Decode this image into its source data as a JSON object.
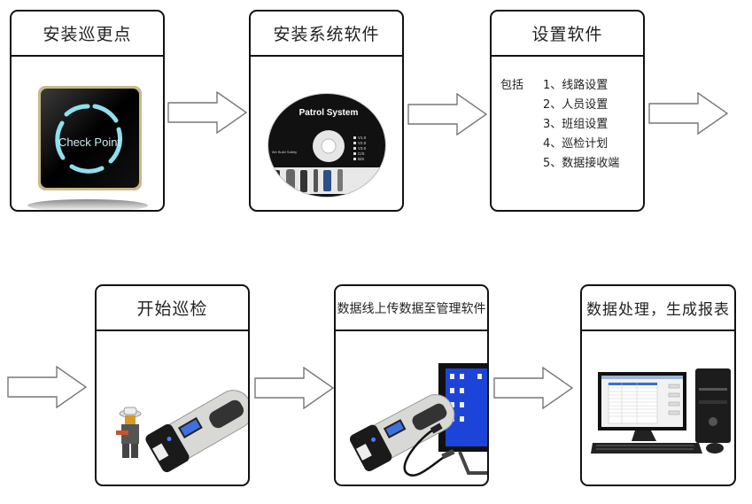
{
  "diagram": {
    "type": "process-flow",
    "steps": [
      {
        "title": "安装巡更点",
        "image": "check-point-device",
        "image_text": "Check Point"
      },
      {
        "title": "安装系统软件",
        "image": "software-cd",
        "image_text": "Patrol System",
        "cd_subtext": "We Build Safety",
        "cd_versions": [
          "V1.0",
          "V2.0",
          "V3.0",
          "C/S",
          "B/S"
        ]
      },
      {
        "title": "设置软件",
        "list_label": "包括",
        "items": [
          "1、线路设置",
          "2、人员设置",
          "3、班组设置",
          "4、巡检计划",
          "5、数据接收端"
        ]
      },
      {
        "title": "开始巡检",
        "image": "patrol-reader-with-guard"
      },
      {
        "title": "数据线上传数据至管理软件",
        "image": "reader-usb-cable-monitor"
      },
      {
        "title": "数据处理，生成报表",
        "image": "desktop-computer-report"
      }
    ],
    "arrows": [
      {
        "from": 0,
        "to": 1
      },
      {
        "from": 1,
        "to": 2
      },
      {
        "from": 2,
        "to": "next-row"
      },
      {
        "from": "prev-row",
        "to": 3
      },
      {
        "from": 3,
        "to": 4
      },
      {
        "from": 4,
        "to": 5
      }
    ]
  }
}
